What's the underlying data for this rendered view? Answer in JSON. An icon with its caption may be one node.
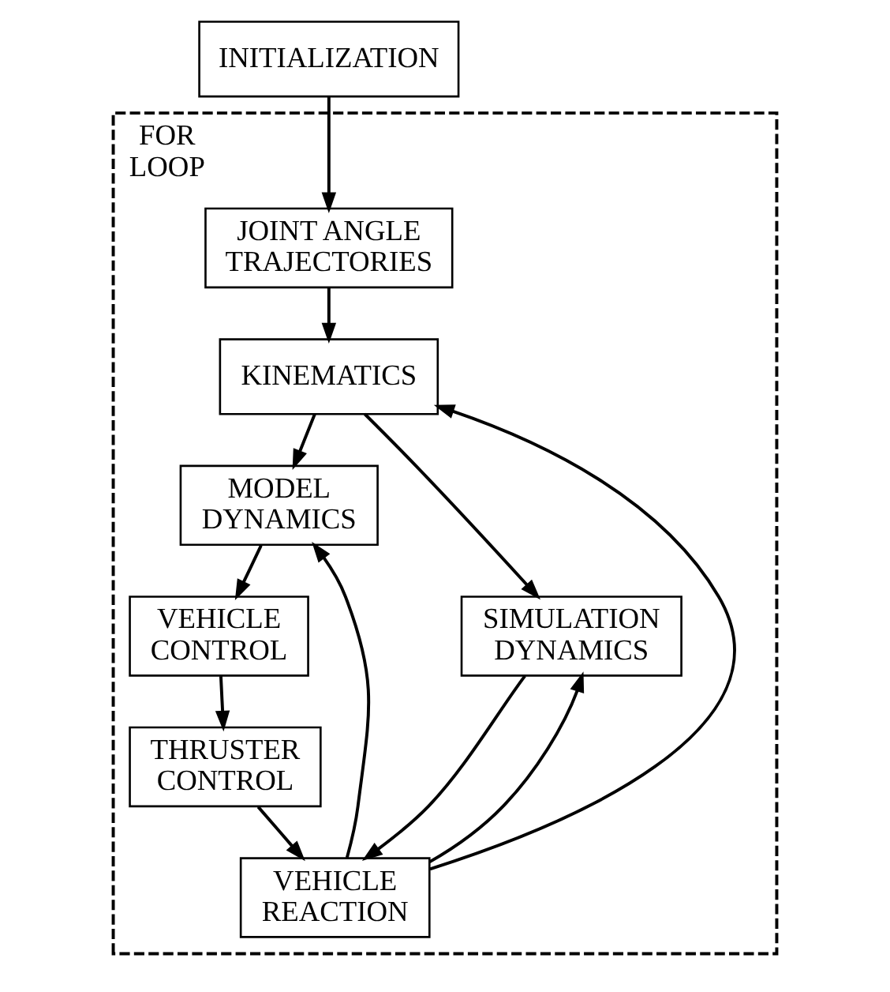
{
  "diagram": {
    "nodes": [
      {
        "text": [
          "INITIALIZATION"
        ]
      },
      {
        "text": [
          "FOR LOOP"
        ]
      },
      {
        "text": [
          "JOINT ANGLE TRAJECTORIES"
        ],
        "in": 1
      },
      {
        "text": [
          "KINEMATICS"
        ],
        "in": 1
      },
      {
        "text": [
          "MODEL DYNAMICS"
        ],
        "in": 1
      },
      {
        "text": [
          "SIMULATION DYNAMICS"
        ],
        "in": 1
      },
      {
        "text": [
          "VEHICLE CONTROL"
        ],
        "in": 1
      },
      {
        "text": [
          "THRUSTER CONTROL"
        ],
        "in": 1
      },
      {
        "text": [
          "VEHICLE REACTION"
        ],
        "in": 1
      }
    ],
    "edges": [
      {
        "from": 0,
        "to": 2,
        "arrow": "to"
      },
      {
        "from": 2,
        "to": 3,
        "arrow": "to"
      },
      {
        "from": 3,
        "to": 4,
        "arrow": "to"
      },
      {
        "from": 3,
        "to": 5,
        "arrow": "to"
      },
      {
        "from": 4,
        "to": 6,
        "arrow": "to"
      },
      {
        "from": 6,
        "to": 7,
        "arrow": "to"
      },
      {
        "from": 7,
        "to": 8,
        "arrow": "to"
      },
      {
        "from": 5,
        "to": 8,
        "arrow": "to"
      },
      {
        "from": 8,
        "to": 3,
        "arrow": "to"
      },
      {
        "from": 8,
        "to": 4,
        "arrow": "to"
      },
      {
        "from": 8,
        "to": 5,
        "arrow": "to"
      }
    ]
  }
}
